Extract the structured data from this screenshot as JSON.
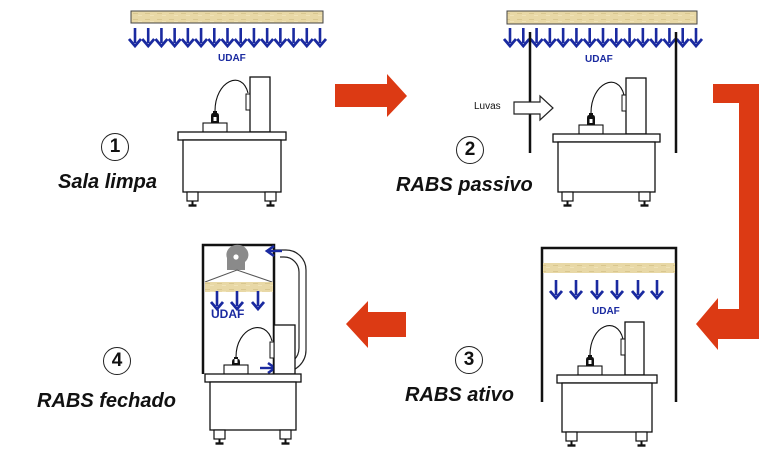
{
  "diagram": {
    "title": "RABS evolution stages",
    "colors": {
      "flow_arrow": "#dc3a14",
      "airflow": "#1a2aa0",
      "filter": "#e6d6a4",
      "fan": "#8a8a8a",
      "outline": "#111111"
    },
    "stages": [
      {
        "number": "1",
        "label": "Sala limpa",
        "airflow_label": "UDAF"
      },
      {
        "number": "2",
        "label": "RABS passivo",
        "airflow_label": "UDAF",
        "glove_label": "Luvas"
      },
      {
        "number": "3",
        "label": "RABS ativo",
        "airflow_label": "UDAF"
      },
      {
        "number": "4",
        "label": "RABS fechado",
        "airflow_label": "UDAF"
      }
    ],
    "transitions": [
      {
        "from": "1",
        "to": "2",
        "direction": "right"
      },
      {
        "from": "2",
        "to": "3",
        "direction": "down-left"
      },
      {
        "from": "3",
        "to": "4",
        "direction": "left"
      }
    ]
  }
}
